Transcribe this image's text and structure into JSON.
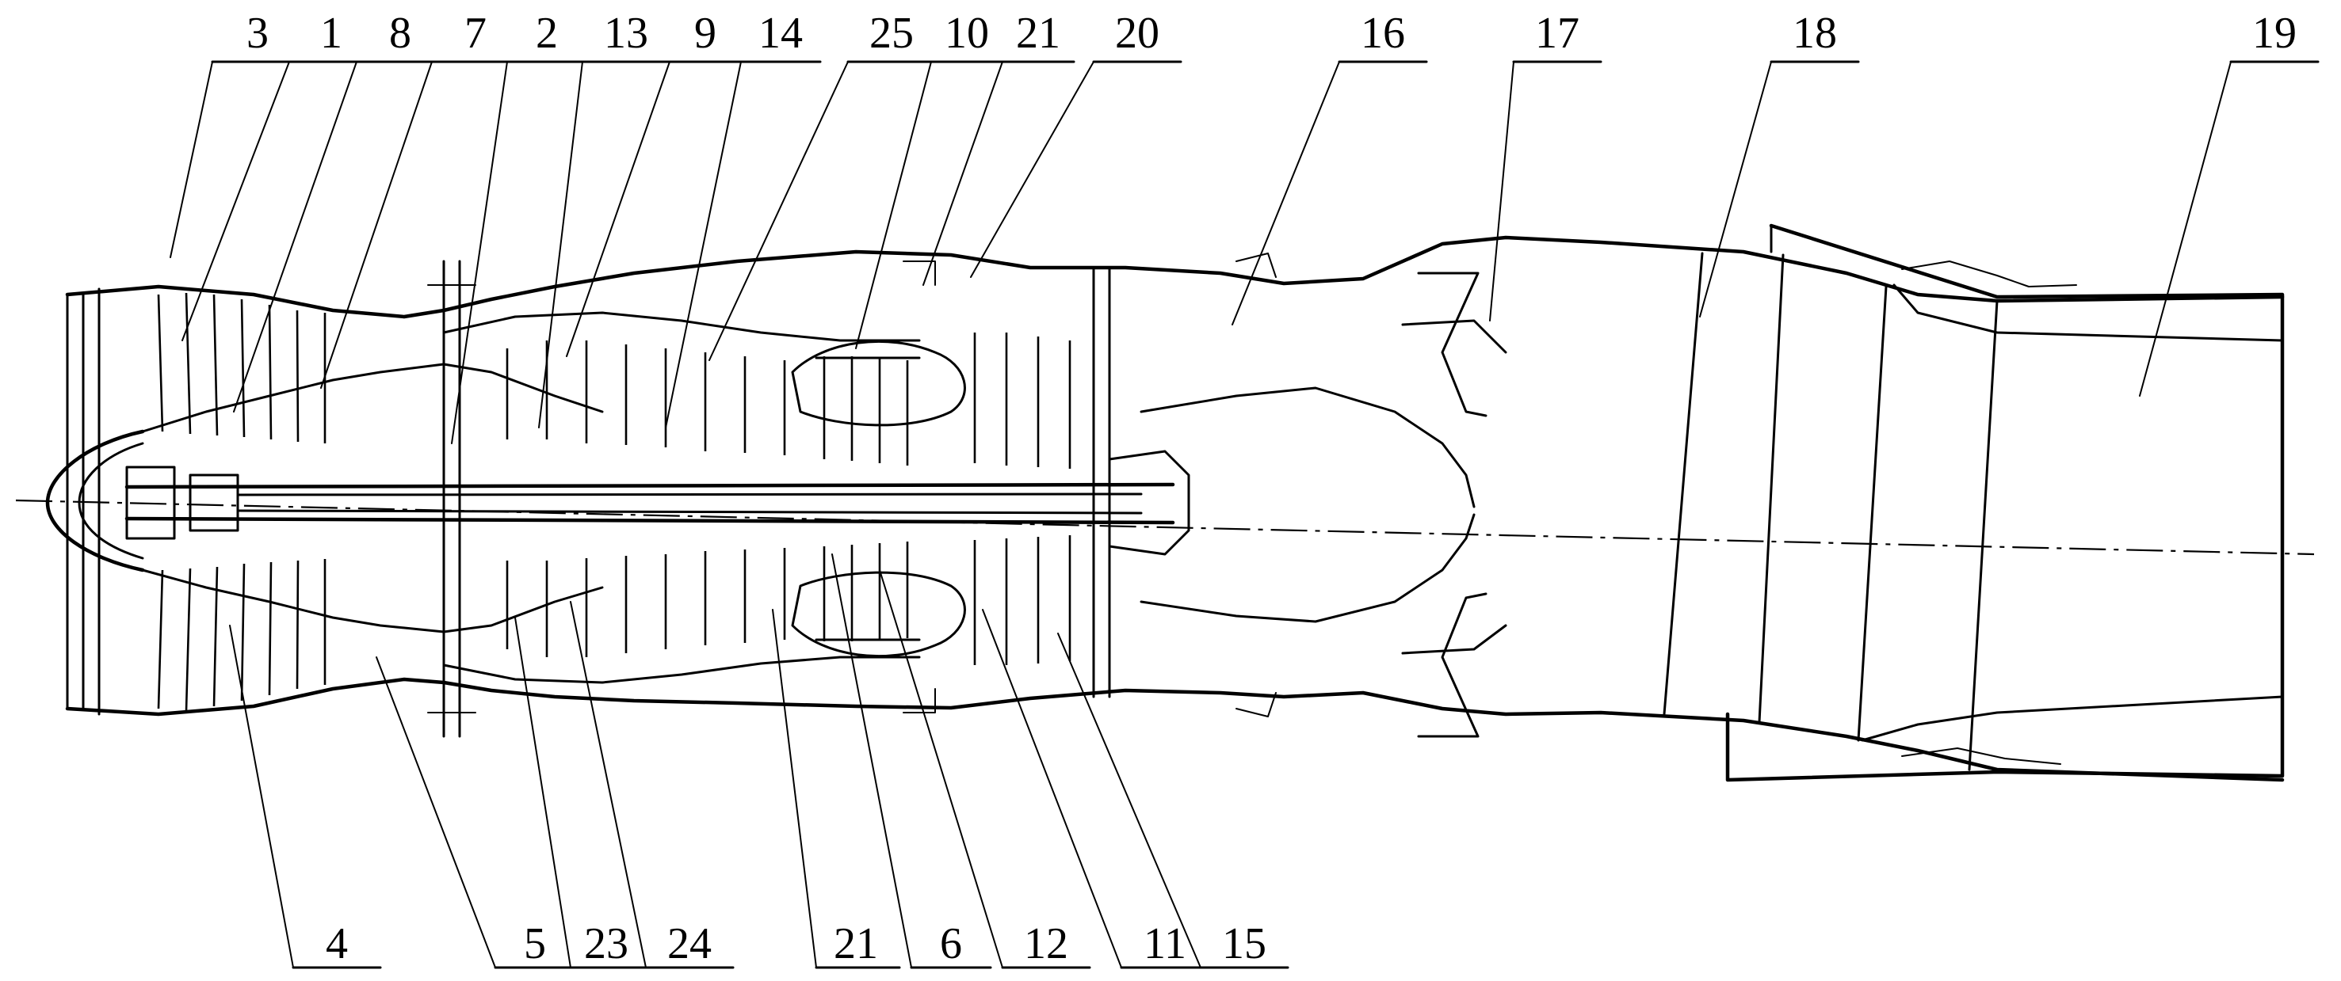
{
  "callouts_top": [
    "3",
    "1",
    "8",
    "7",
    "2",
    "13",
    "9",
    "14",
    "25",
    "10",
    "21",
    "20",
    "16",
    "17",
    "18",
    "19"
  ],
  "callouts_bottom": [
    "4",
    "5",
    "23",
    "24",
    "21",
    "6",
    "12",
    "11",
    "15"
  ]
}
